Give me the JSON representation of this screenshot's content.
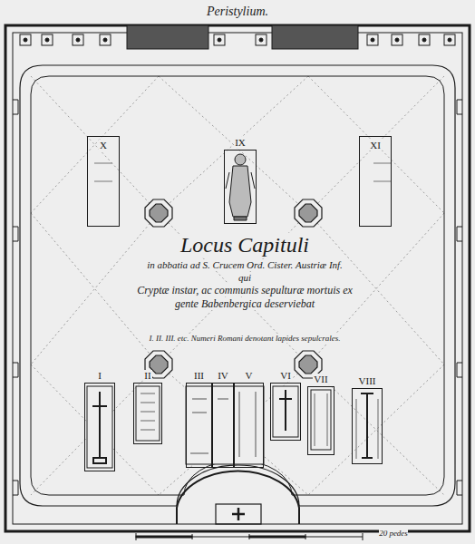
{
  "diagram": {
    "title": "Locus Capituli",
    "nodes": [
      {
        "text": [
          "X"
        ]
      },
      {
        "text": [
          "IX"
        ]
      },
      {
        "text": [
          "XI"
        ]
      },
      {
        "text": [
          "I"
        ]
      },
      {
        "text": [
          "II"
        ]
      },
      {
        "text": [
          "III"
        ]
      },
      {
        "text": [
          "IV"
        ]
      },
      {
        "text": [
          "V"
        ]
      },
      {
        "text": [
          "VI"
        ]
      },
      {
        "text": [
          "VII"
        ]
      },
      {
        "text": [
          "VIII"
        ]
      }
    ],
    "labels": [
      "Peristylium.",
      "in abbatia ad S. Crucem Ord. Cister. Austriæ Inf.",
      "qui",
      "Cryptæ instar, ac communis sepulturæ mortuis ex gente Babenbergica deserviebat",
      "I. II. III. etc. Numeri Romani denotant lapides sepulcrales.",
      "20 pedes"
    ]
  }
}
